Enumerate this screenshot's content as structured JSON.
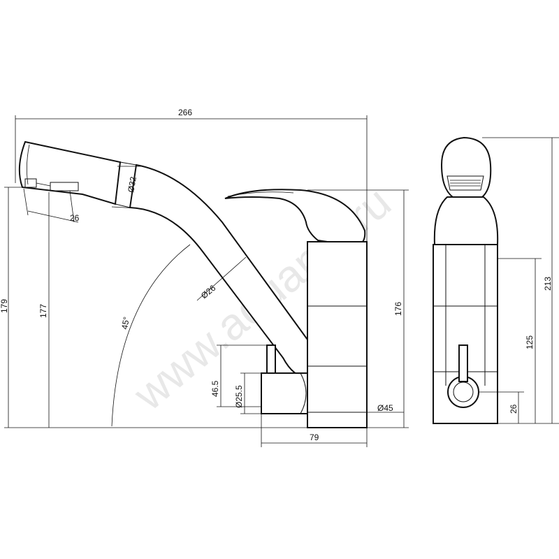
{
  "watermark": "www.aquamir.ru",
  "dimensions": {
    "overall_length": "266",
    "spout_diameter": "Ø32",
    "outlet_offset": "26",
    "height_left_outer": "179",
    "height_left_inner": "177",
    "spout_tube_diameter": "Ø26",
    "angle": "45°",
    "lever_offset": "46.5",
    "side_valve_diameter": "Ø25.5",
    "body_height": "176",
    "base_diameter": "Ø45",
    "base_to_valve": "79",
    "side_valve_height": "125",
    "total_height": "213",
    "side_valve_axis": "26"
  }
}
